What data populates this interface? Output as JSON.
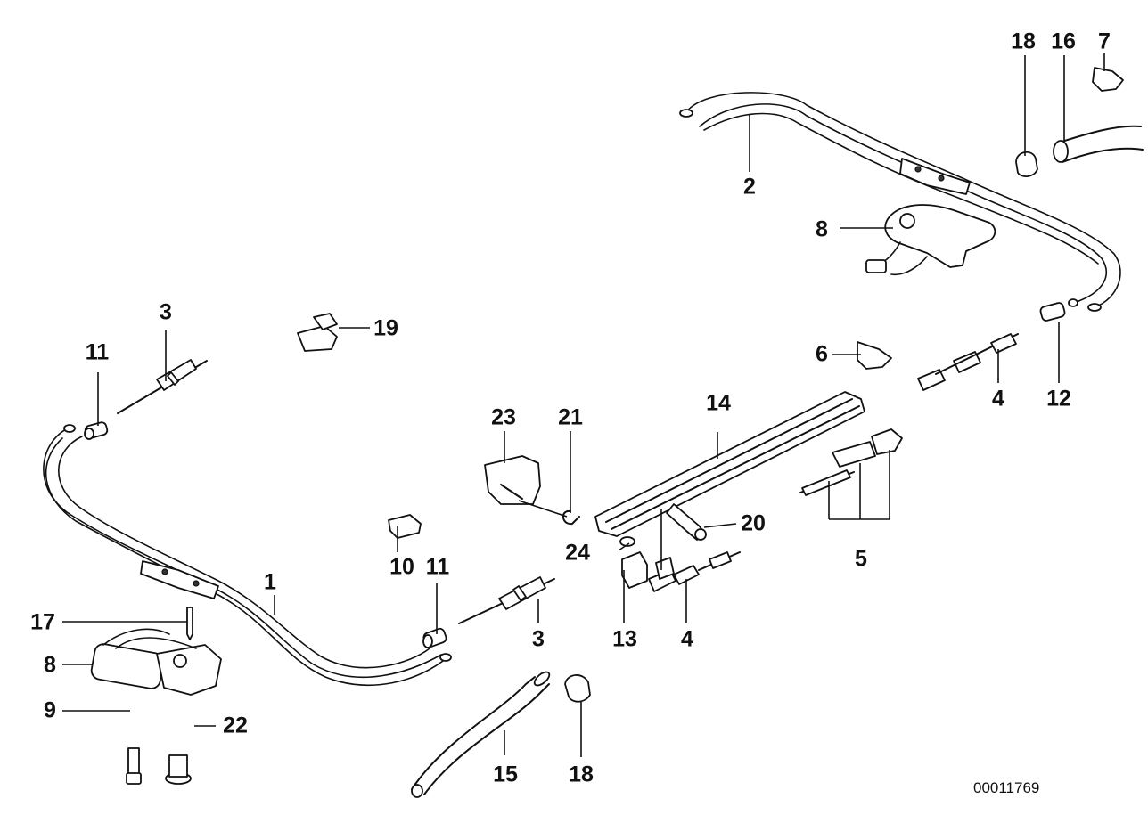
{
  "diagram": {
    "reference_number": "00011769",
    "callouts": {
      "c1": "1",
      "c2": "2",
      "c3a": "3",
      "c3b": "3",
      "c4a": "4",
      "c4b": "4",
      "c5": "5",
      "c6": "6",
      "c7": "7",
      "c8a": "8",
      "c8b": "8",
      "c9": "9",
      "c10": "10",
      "c11a": "11",
      "c11b": "11",
      "c12": "12",
      "c13": "13",
      "c14": "14",
      "c15": "15",
      "c16": "16",
      "c17": "17",
      "c18a": "18",
      "c18b": "18",
      "c19": "19",
      "c20": "20",
      "c21": "21",
      "c22": "22",
      "c23": "23",
      "c24": "24"
    }
  }
}
